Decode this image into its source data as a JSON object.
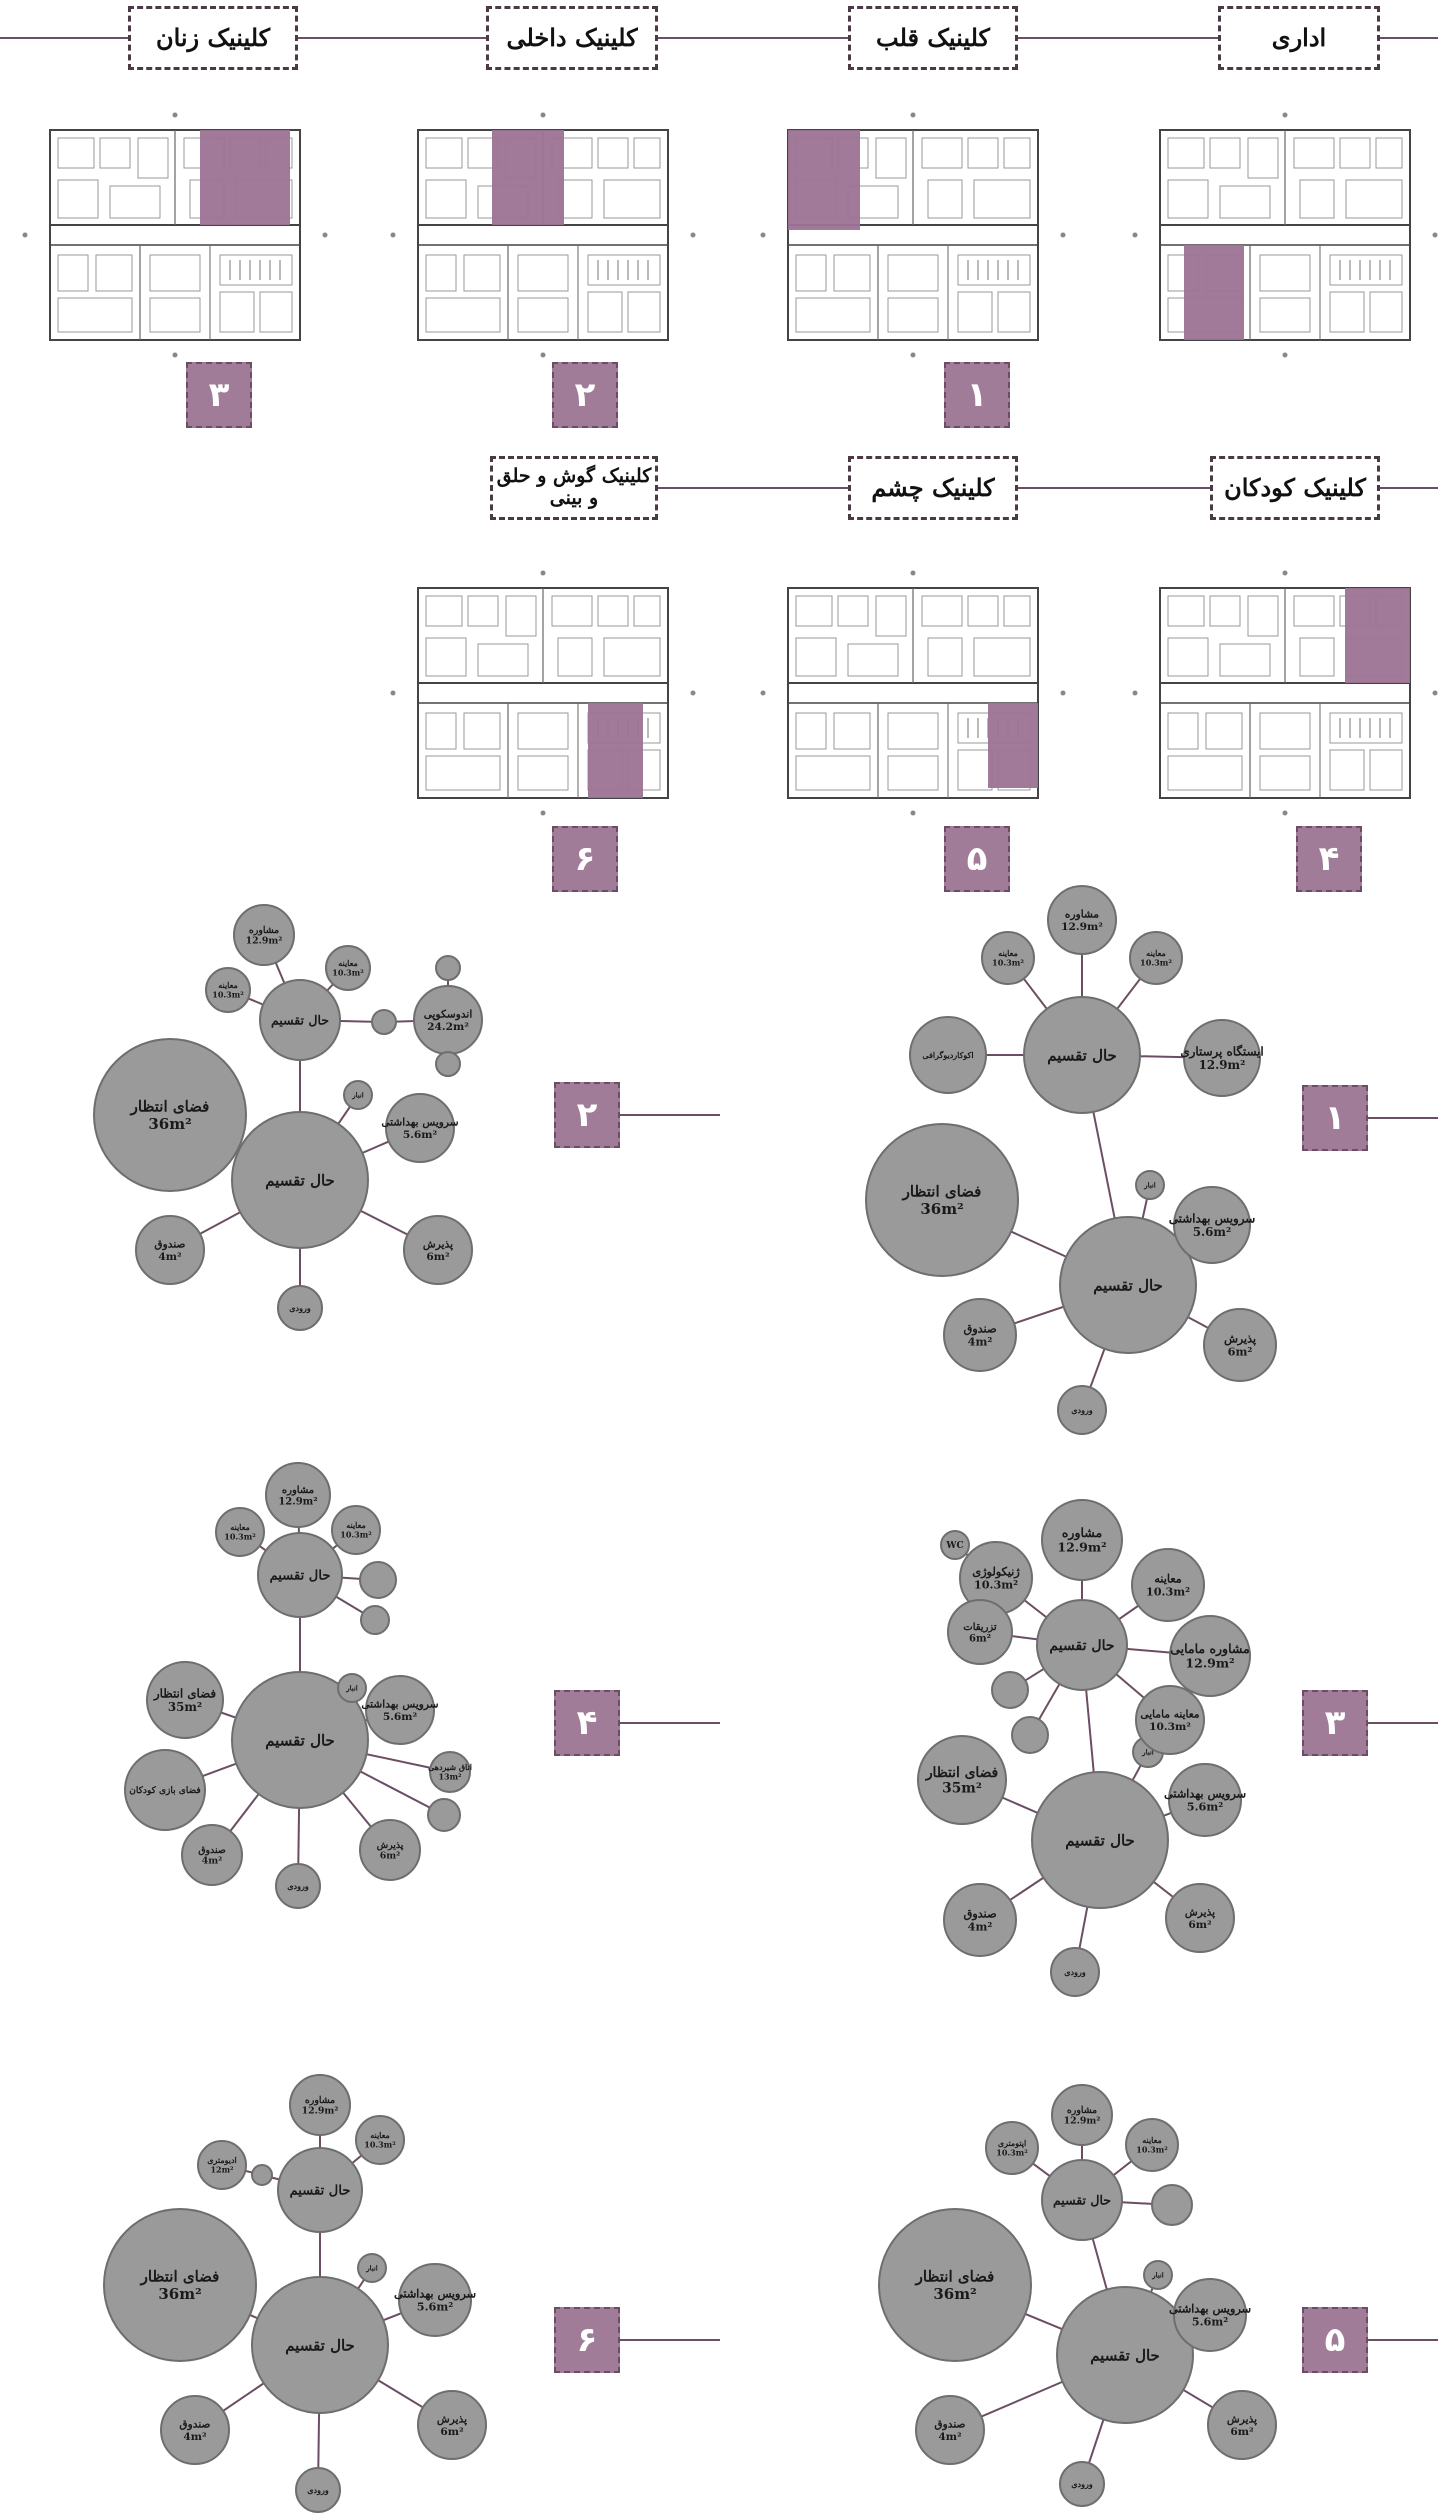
{
  "colors": {
    "accent": "#a07c98",
    "line": "#6b4e64",
    "bubble": "#9a9a9a",
    "bubble_stroke": "#6e6e6e",
    "highlight": "#9c7393"
  },
  "row1_labels": {
    "admin": "اداری",
    "cardiology": "کلینیک قلب",
    "internal": "کلینیک داخلی",
    "women": "کلینیک زنان"
  },
  "row2_labels": {
    "children": "کلینیک کودکان",
    "eye": "کلینیک چشم",
    "ent": "کلینیک گوش و حلق و بینی"
  },
  "clinic_numbers": {
    "n1": "۱",
    "n2": "۲",
    "n3": "۳",
    "n4": "۴",
    "n5": "۵",
    "n6": "۶"
  },
  "bubbles": {
    "waiting": "فضای انتظار",
    "waiting_area_36": "36m²",
    "waiting_area_35": "35m²",
    "hall": "حال تقسیم",
    "cashier": "صندوق",
    "cashier_area": "4m²",
    "reception": "پذیرش",
    "reception_area": "6m²",
    "entrance": "ورودی",
    "wc_service": "سرویس بهداشتی",
    "wc_area": "5.6m²",
    "consult": "مشاوره",
    "consult_area": "12.9m²",
    "exam": "معاینه",
    "exam_area": "10.3m²",
    "nurse": "ایستگاه پرستاری",
    "nurse_area": "12.9m²",
    "storage": "انبار",
    "echo": "اکوکاردیوگرافی",
    "endoscopy": "اندوسکوپی",
    "endoscopy_area": "24.2m²",
    "gyn": "ژنیکولوژی",
    "gyn_area": "10.3m²",
    "midwife_consult": "مشاوره مامایی",
    "midwife_exam": "معاینه مامایی",
    "injection": "تزریقات",
    "injection_area": "6m²",
    "wc": "WC",
    "play": "فضای بازی کودکان",
    "breastfeed": "اتاق شیردهی",
    "breastfeed_area": "13m²",
    "audiometry": "ادیومتری",
    "audiometry_area": "12m²",
    "optometry": "اپتومتری",
    "optometry_area": "10.3m²"
  }
}
